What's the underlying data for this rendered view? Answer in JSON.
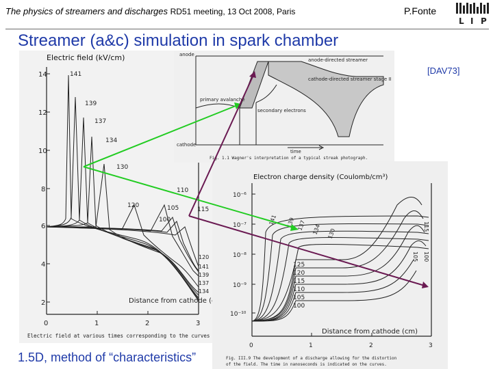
{
  "header": {
    "topic": "The physics of streamers and discharges",
    "meeting": "RD51 meeting, 13 Oct 2008, Paris",
    "author": "P.Fonte",
    "logo_letters": [
      "L",
      "I",
      "P"
    ]
  },
  "slide": {
    "title": "Streamer (a&c) simulation in spark chamber",
    "reference": "[DAV73]",
    "method_caption": "1.5D, method of “characteristics”"
  },
  "fig_left": {
    "ylabel": "Electric field (kV/cm)",
    "xlabel": "Distance from cathode (cm)",
    "caption": "Electric field at various times corresponding to the curves",
    "y_ticks": [
      "14",
      "12",
      "10",
      "8",
      "6",
      "4",
      "2"
    ],
    "x_ticks": [
      "0",
      "1",
      "2",
      "3"
    ],
    "peak_labels": [
      "141",
      "139",
      "137",
      "134",
      "130",
      "110",
      "120",
      "105",
      "100",
      "115"
    ],
    "tail_labels": [
      "120",
      "141",
      "139",
      "137",
      "134"
    ]
  },
  "fig_top": {
    "labels": [
      "anode",
      "anode-directed streamer",
      "cathode-directed streamer stage II",
      "primary avalanche",
      "secondary electrons",
      "cathode",
      "time"
    ],
    "caption": "Fig. 1.1  Wagner's interpretation of a typical streak photograph."
  },
  "fig_right": {
    "ylabel": "Electron charge density (Coulomb/cm³)",
    "xlabel": "Distance from cathode (cm)",
    "y_ticks": [
      "10⁻⁶",
      "10⁻⁷",
      "10⁻⁸",
      "10⁻⁹",
      "10⁻¹⁰"
    ],
    "x_ticks": [
      "0",
      "1",
      "2",
      "3"
    ],
    "front_labels": [
      "141",
      "139",
      "137",
      "134",
      "130"
    ],
    "curve_labels": [
      "125",
      "120",
      "115",
      "110",
      "105",
      "100"
    ],
    "right_labels": [
      "115",
      "105",
      "100"
    ],
    "caption_line1": "Fig. III.9  The development of a discharge allowing for the distortion",
    "caption_line2": "of the field. The time in nanoseconds is indicated on the curves."
  }
}
